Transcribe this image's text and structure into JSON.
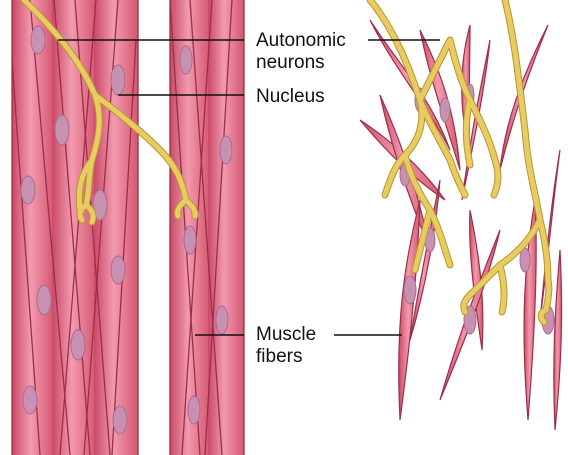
{
  "labels": {
    "autonomic_line1": "Autonomic",
    "autonomic_line2": "neurons",
    "nucleus": "Nucleus",
    "muscle_line1": "Muscle",
    "muscle_line2": "fibers"
  },
  "colors": {
    "fiber_fill": "#E46A86",
    "fiber_highlight": "#F4A6B8",
    "fiber_stroke": "#9C2E48",
    "nucleus_fill": "#C891B2",
    "neuron": "#E8CB63",
    "neuron_edge": "#B8962E",
    "leader_line": "#111111"
  }
}
